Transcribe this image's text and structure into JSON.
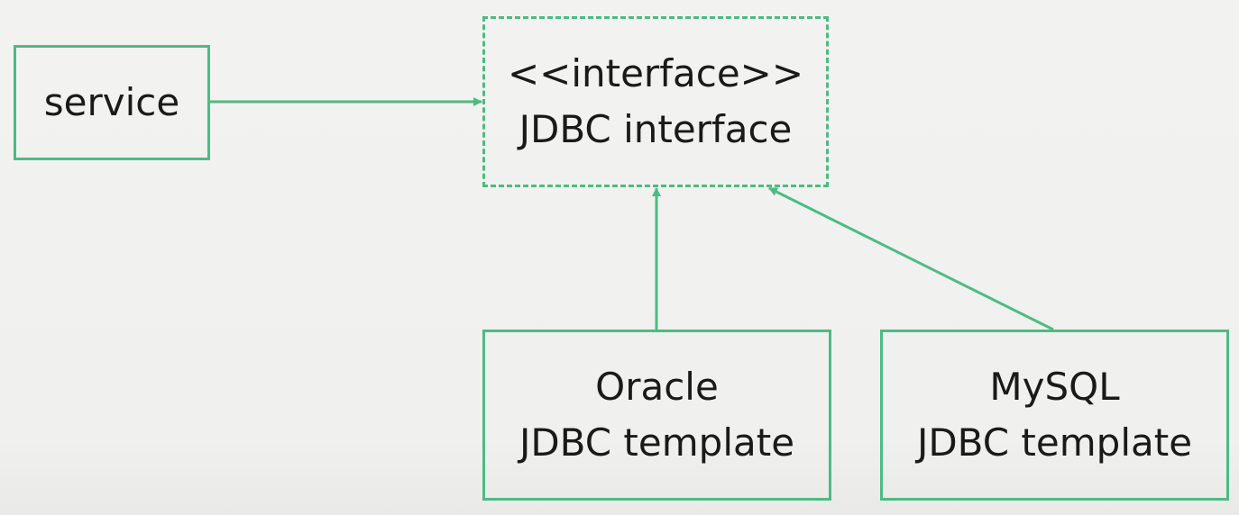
{
  "diagram": {
    "nodes": {
      "service": {
        "label": "service"
      },
      "interface": {
        "stereotype": "<<interface>>",
        "label": "JDBC interface"
      },
      "oracle": {
        "line1": "Oracle",
        "line2": "JDBC template"
      },
      "mysql": {
        "line1": "MySQL",
        "line2": "JDBC template"
      }
    },
    "edges": [
      {
        "from": "service",
        "to": "interface",
        "style": "solid-arrow"
      },
      {
        "from": "oracle",
        "to": "interface",
        "style": "solid-arrow"
      },
      {
        "from": "mysql",
        "to": "interface",
        "style": "solid-arrow"
      }
    ],
    "colors": {
      "accent": "#4dbb84",
      "text": "#1a1a1a",
      "background": "#f1f1ef"
    }
  }
}
